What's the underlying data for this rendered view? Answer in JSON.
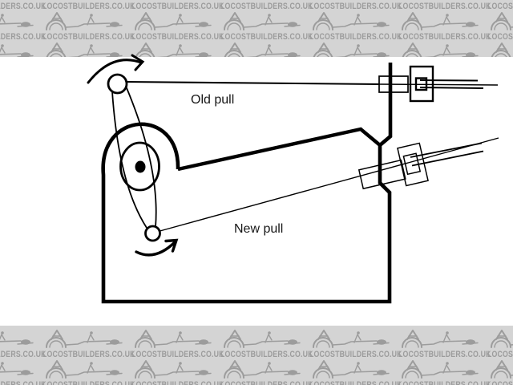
{
  "banner": {
    "text": "LOCOSTBUILDERS.CO.UK",
    "background_color": "#d4d4d4",
    "foreground_color": "#9c9c9c",
    "logo": "locost-kitcar-sketch"
  },
  "diagram": {
    "background_color": "#ffffff",
    "ink_color": "#000000",
    "labels": {
      "old_pull": "Old pull",
      "new_pull": "New pull"
    },
    "icons": {
      "top_arrow": "curved-rotation-arrow-clockwise",
      "bottom_arrow": "curved-rotation-arrow-up-right"
    }
  }
}
